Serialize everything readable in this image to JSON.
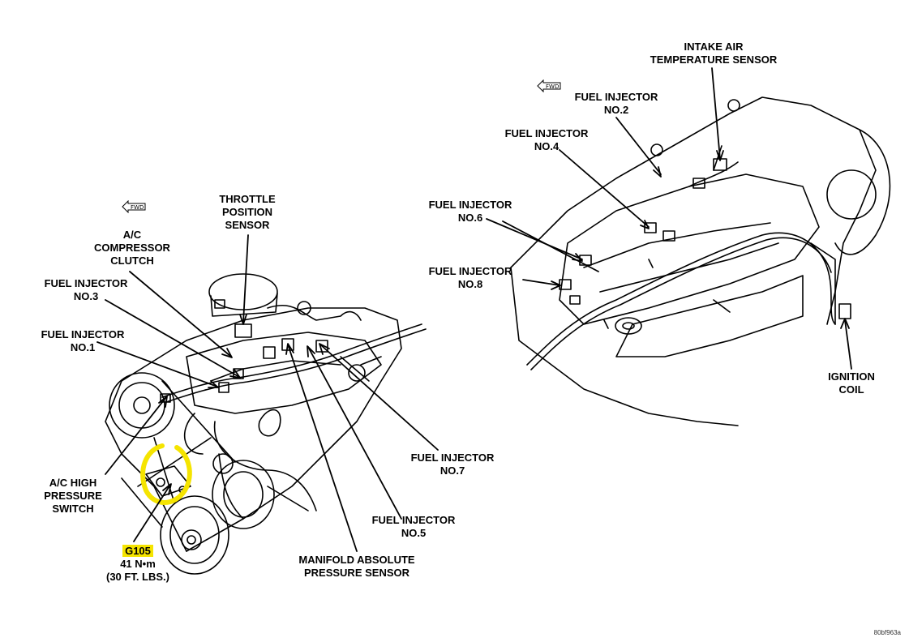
{
  "figure_id": "80bf963a",
  "fwd_mark": "FWD",
  "labels": {
    "intake_air_temp": [
      "INTAKE AIR",
      "TEMPERATURE SENSOR"
    ],
    "injector_2": [
      "FUEL INJECTOR",
      "NO.2"
    ],
    "injector_4": [
      "FUEL INJECTOR",
      "NO.4"
    ],
    "injector_6": [
      "FUEL INJECTOR",
      "NO.6"
    ],
    "injector_8": [
      "FUEL INJECTOR",
      "NO.8"
    ],
    "ignition_coil": [
      "IGNITION",
      "COIL"
    ],
    "throttle_position": [
      "THROTTLE",
      "POSITION",
      "SENSOR"
    ],
    "ac_compressor_clutch": [
      "A/C",
      "COMPRESSOR",
      "CLUTCH"
    ],
    "injector_3": [
      "FUEL INJECTOR",
      "NO.3"
    ],
    "injector_1": [
      "FUEL INJECTOR",
      "NO.1"
    ],
    "ac_high_pressure": [
      "A/C HIGH",
      "PRESSURE",
      "SWITCH"
    ],
    "ground": [
      "G105",
      "41 N•m",
      "(30 FT. LBS.)"
    ],
    "injector_7": [
      "FUEL INJECTOR",
      "NO.7"
    ],
    "injector_5": [
      "FUEL INJECTOR",
      "NO.5"
    ],
    "map_sensor": [
      "MANIFOLD ABSOLUTE",
      "PRESSURE SENSOR"
    ]
  },
  "colors": {
    "highlight": "#f5e400",
    "ink": "#000000"
  }
}
